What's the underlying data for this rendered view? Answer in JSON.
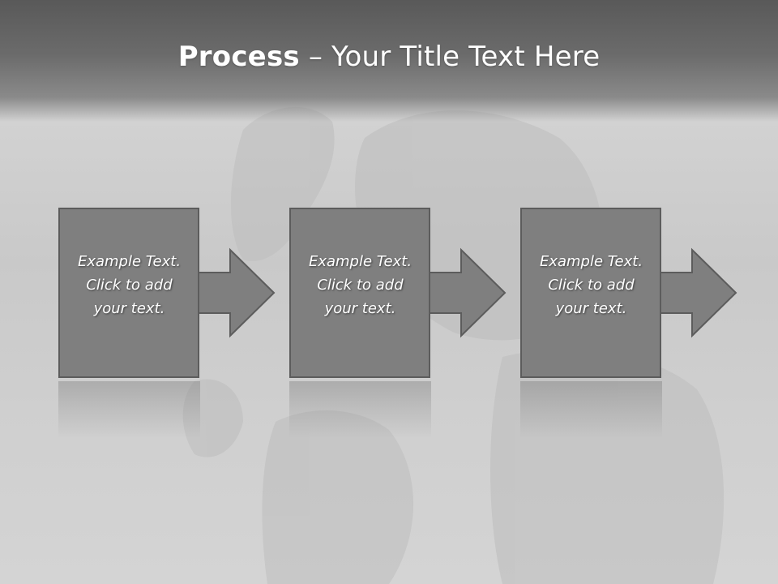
{
  "slide": {
    "title_bold": "Process",
    "title_rest": " – Your Title Text Here"
  },
  "steps": [
    {
      "lines": [
        "Example Text.",
        "Click  to add",
        "your text."
      ]
    },
    {
      "lines": [
        "Example Text.",
        "Click  to add",
        "your text."
      ]
    },
    {
      "lines": [
        "Example Text.",
        "Click  to add",
        "your text."
      ]
    }
  ],
  "colors": {
    "box_fill": "#7f7f7f",
    "box_stroke": "#5c5c5c",
    "arrow_fill": "#7f7f7f",
    "title_text": "#ffffff",
    "step_text": "#ffffff"
  }
}
